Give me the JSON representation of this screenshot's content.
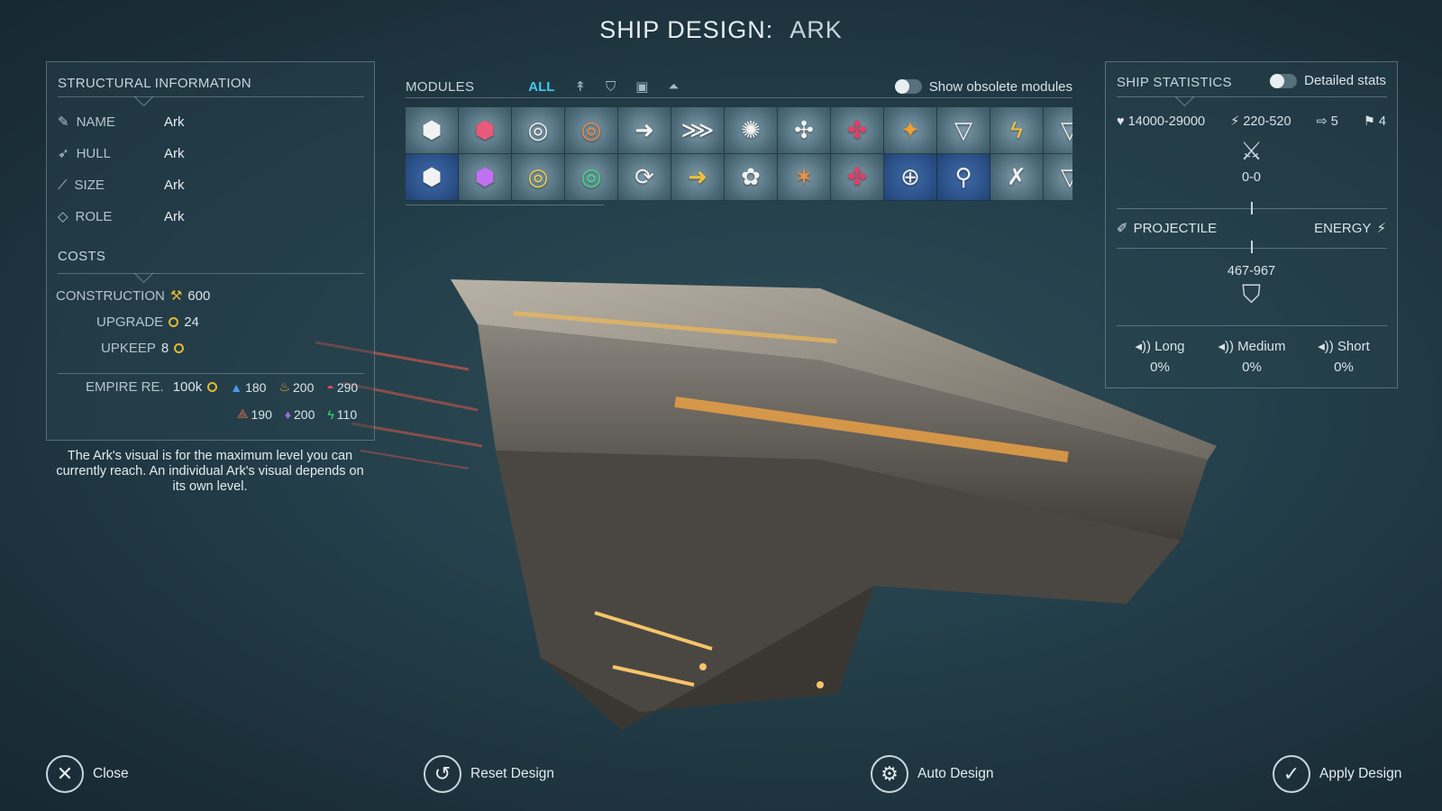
{
  "title": {
    "prefix": "SHIP DESIGN:",
    "name": "ARK"
  },
  "structural": {
    "title": "STRUCTURAL INFORMATION",
    "rows": [
      {
        "label": "NAME",
        "value": "Ark",
        "icon": "pencil-icon"
      },
      {
        "label": "HULL",
        "value": "Ark",
        "icon": "ship-icon"
      },
      {
        "label": "SIZE",
        "value": "Ark",
        "icon": "ruler-icon"
      },
      {
        "label": "ROLE",
        "value": "Ark",
        "icon": "tag-icon"
      }
    ],
    "costs_title": "COSTS",
    "construction": {
      "label": "CONSTRUCTION",
      "value": "600"
    },
    "upgrade": {
      "label": "UPGRADE",
      "value": "24"
    },
    "upkeep": {
      "label": "UPKEEP",
      "value": "8"
    },
    "empire": {
      "label": "EMPIRE RE.",
      "value": "100k",
      "res1": [
        "180",
        "200",
        "290"
      ],
      "res2": [
        "190",
        "200",
        "110"
      ]
    }
  },
  "note": "The Ark's visual is for the maximum level you can currently reach. An individual Ark's visual depends on its own level.",
  "modules": {
    "title": "MODULES",
    "tab_all": "ALL",
    "show_obsolete": "Show obsolete modules"
  },
  "stats": {
    "title": "SHIP STATISTICS",
    "detailed": "Detailed stats",
    "hp": "14000-29000",
    "speed": "220-520",
    "moves": "5",
    "slots": "4",
    "attack": "0-0",
    "projectile": "PROJECTILE",
    "energy": "ENERGY",
    "defense": "467-967",
    "ranges": [
      {
        "label": "Long",
        "value": "0%"
      },
      {
        "label": "Medium",
        "value": "0%"
      },
      {
        "label": "Short",
        "value": "0%"
      }
    ]
  },
  "buttons": {
    "close": "Close",
    "reset": "Reset Design",
    "auto": "Auto Design",
    "apply": "Apply Design"
  },
  "colors": {
    "accent": "#41c8f0",
    "gold": "#e2b931"
  }
}
